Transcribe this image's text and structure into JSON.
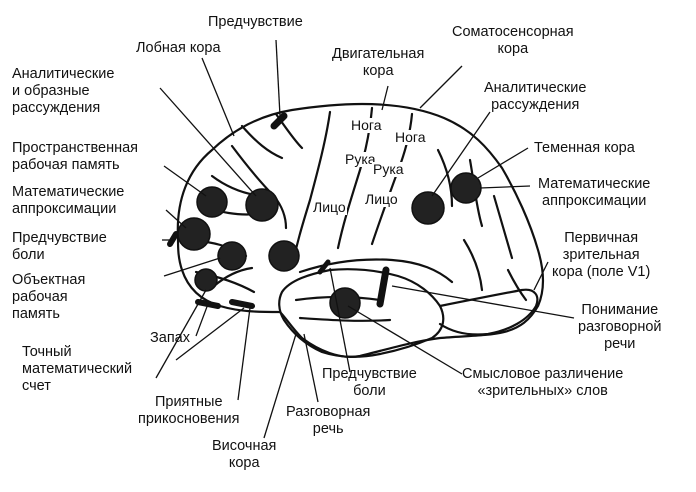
{
  "colors": {
    "ink": "#111111",
    "paper": "#ffffff",
    "spot": "#222222"
  },
  "labels": {
    "premonition_top": [
      "Предчувствие"
    ],
    "frontal_cortex": [
      "Лобная кора"
    ],
    "somatosensory": [
      "Соматосенсорная",
      "кора"
    ],
    "motor_cortex": [
      "Двигательная",
      "кора"
    ],
    "analytic_imaginative": [
      "Аналитические",
      "и образные",
      "рассуждения"
    ],
    "analytic_reasoning": [
      "Аналитические",
      "рассуждения"
    ],
    "spatial_memory": [
      "Пространственная",
      "рабочая память"
    ],
    "parietal_cortex": [
      "Теменная кора"
    ],
    "math_approx_left": [
      "Математические",
      "аппроксимации"
    ],
    "math_approx_right": [
      "Математические",
      "аппроксимации"
    ],
    "pain_premonition": [
      "Предчувствие",
      "боли"
    ],
    "primary_visual": [
      "Первичная",
      "зрительная",
      "кора (поле V1)"
    ],
    "object_memory": [
      "Объектная",
      "рабочая",
      "память"
    ],
    "smell": [
      "Запах"
    ],
    "speech_understanding": [
      "Понимание",
      "разговорной",
      "речи"
    ],
    "exact_math": [
      "Точный",
      "математический",
      "счет"
    ],
    "pleasant_touch": [
      "Приятные",
      "прикосновения"
    ],
    "pain_premonition_bottom": [
      "Предчувствие",
      "боли"
    ],
    "visual_words": [
      "Смысловое различение",
      "«зрительных» слов"
    ],
    "spoken_speech": [
      "Разговорная",
      "речь"
    ],
    "temporal_cortex": [
      "Височная",
      "кора"
    ]
  },
  "inner_labels": {
    "leg_left": "Нога",
    "leg_right": "Нога",
    "hand_left": "Рука",
    "hand_right": "Рука",
    "face_left": "Лицо",
    "face_right": "Лицо"
  }
}
